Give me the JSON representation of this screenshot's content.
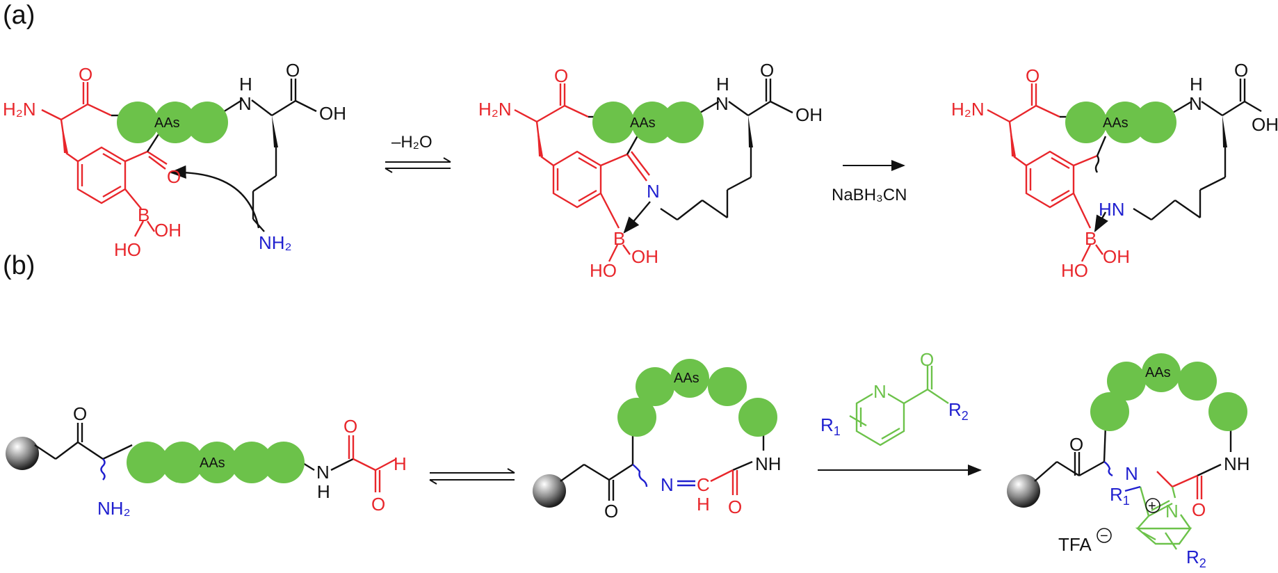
{
  "colors": {
    "red": "#e8262b",
    "blue": "#1f1fcf",
    "green": "#6cc24a",
    "black": "#111111"
  },
  "panel_a": {
    "label": "(a)",
    "aas": "AAs",
    "nh2_left": "H₂N",
    "o": "O",
    "nh": "H",
    "nh_n": "N",
    "cooh_o": "O",
    "cooh_oh": "OH",
    "b": "B",
    "boh1": "OH",
    "boh2": "HO",
    "amine": "NH₂",
    "imine_n": "N",
    "amine_hn": "HN",
    "reagent1": "–H₂O",
    "reagent2": "NaBH₃CN"
  },
  "panel_b": {
    "label": "(b)",
    "aas": "AAs",
    "o": "O",
    "nh2": "NH₂",
    "nh": "N",
    "nh_h": "H",
    "oxo1": "O",
    "oxo2": "O",
    "ald_h": "H",
    "imine": "N",
    "imine_c": "C",
    "imine_h": "H",
    "nh_ring": "NH",
    "pyr_n": "N",
    "pyr_o": "O",
    "r1": "R",
    "r1_sub": "1",
    "r2": "R",
    "r2_sub": "2",
    "prod_n": "N",
    "prod_n2": "N",
    "plus": "+",
    "tfa": "TFA",
    "minus": "−"
  }
}
